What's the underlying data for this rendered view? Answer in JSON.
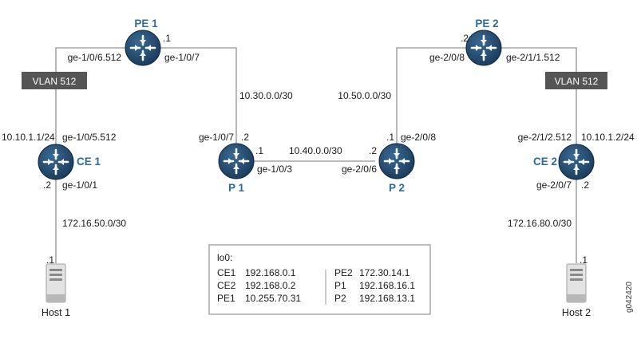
{
  "routers": {
    "pe1": {
      "name": "PE 1"
    },
    "pe2": {
      "name": "PE 2"
    },
    "ce1": {
      "name": "CE 1"
    },
    "ce2": {
      "name": "CE 2"
    },
    "p1": {
      "name": "P 1"
    },
    "p2": {
      "name": "P 2"
    }
  },
  "hosts": {
    "host1": {
      "name": "Host 1",
      "addr": ".1"
    },
    "host2": {
      "name": "Host 2",
      "addr": ".1"
    }
  },
  "vlan": {
    "left": "VLAN 512",
    "right": "VLAN 512"
  },
  "labels": {
    "pe1_addr": ".1",
    "pe1_if_left": "ge-1/0/6.512",
    "pe1_if_right": "ge-1/0/7",
    "pe2_addr": ".2",
    "pe2_if_left": "ge-2/0/8",
    "pe2_if_right": "ge-2/1/1.512",
    "ce1_ip": "10.10.1.1/24",
    "ce1_if_top": "ge-1/0/5.512",
    "ce1_addr_bottom": ".2",
    "ce1_if_bottom": "ge-1/0/1",
    "ce2_if_top": "ge-2/1/2.512",
    "ce2_ip": "10.10.1.2/24",
    "ce2_if_bottom": "ge-2/0/7",
    "ce2_addr_bottom": ".2",
    "p1_if_top": "ge-1/0/7",
    "p1_addr_top": ".2",
    "p1_addr_right": ".1",
    "p1_if_right": "ge-1/0/3",
    "p2_addr_top": ".1",
    "p2_if_top": "ge-2/0/8",
    "p2_addr_left": ".2",
    "p2_if_left": "ge-2/0/6",
    "net_pe1_p1": "10.30.0.0/30",
    "net_p1_p2": "10.40.0.0/30",
    "net_pe2_p2": "10.50.0.0/30",
    "net_host1": "172.16.50.0/30",
    "net_host2": "172.16.80.0/30",
    "figure_id": "g042420"
  },
  "loopback": {
    "title": "lo0:",
    "left": [
      {
        "name": "CE1",
        "ip": "192.168.0.1"
      },
      {
        "name": "CE2",
        "ip": "192.168.0.2"
      },
      {
        "name": "PE1",
        "ip": "10.255.70.31"
      }
    ],
    "right": [
      {
        "name": "PE2",
        "ip": "172.30.14.1"
      },
      {
        "name": "P1",
        "ip": "192.168.16.1"
      },
      {
        "name": "P2",
        "ip": "192.168.13.1"
      }
    ]
  }
}
